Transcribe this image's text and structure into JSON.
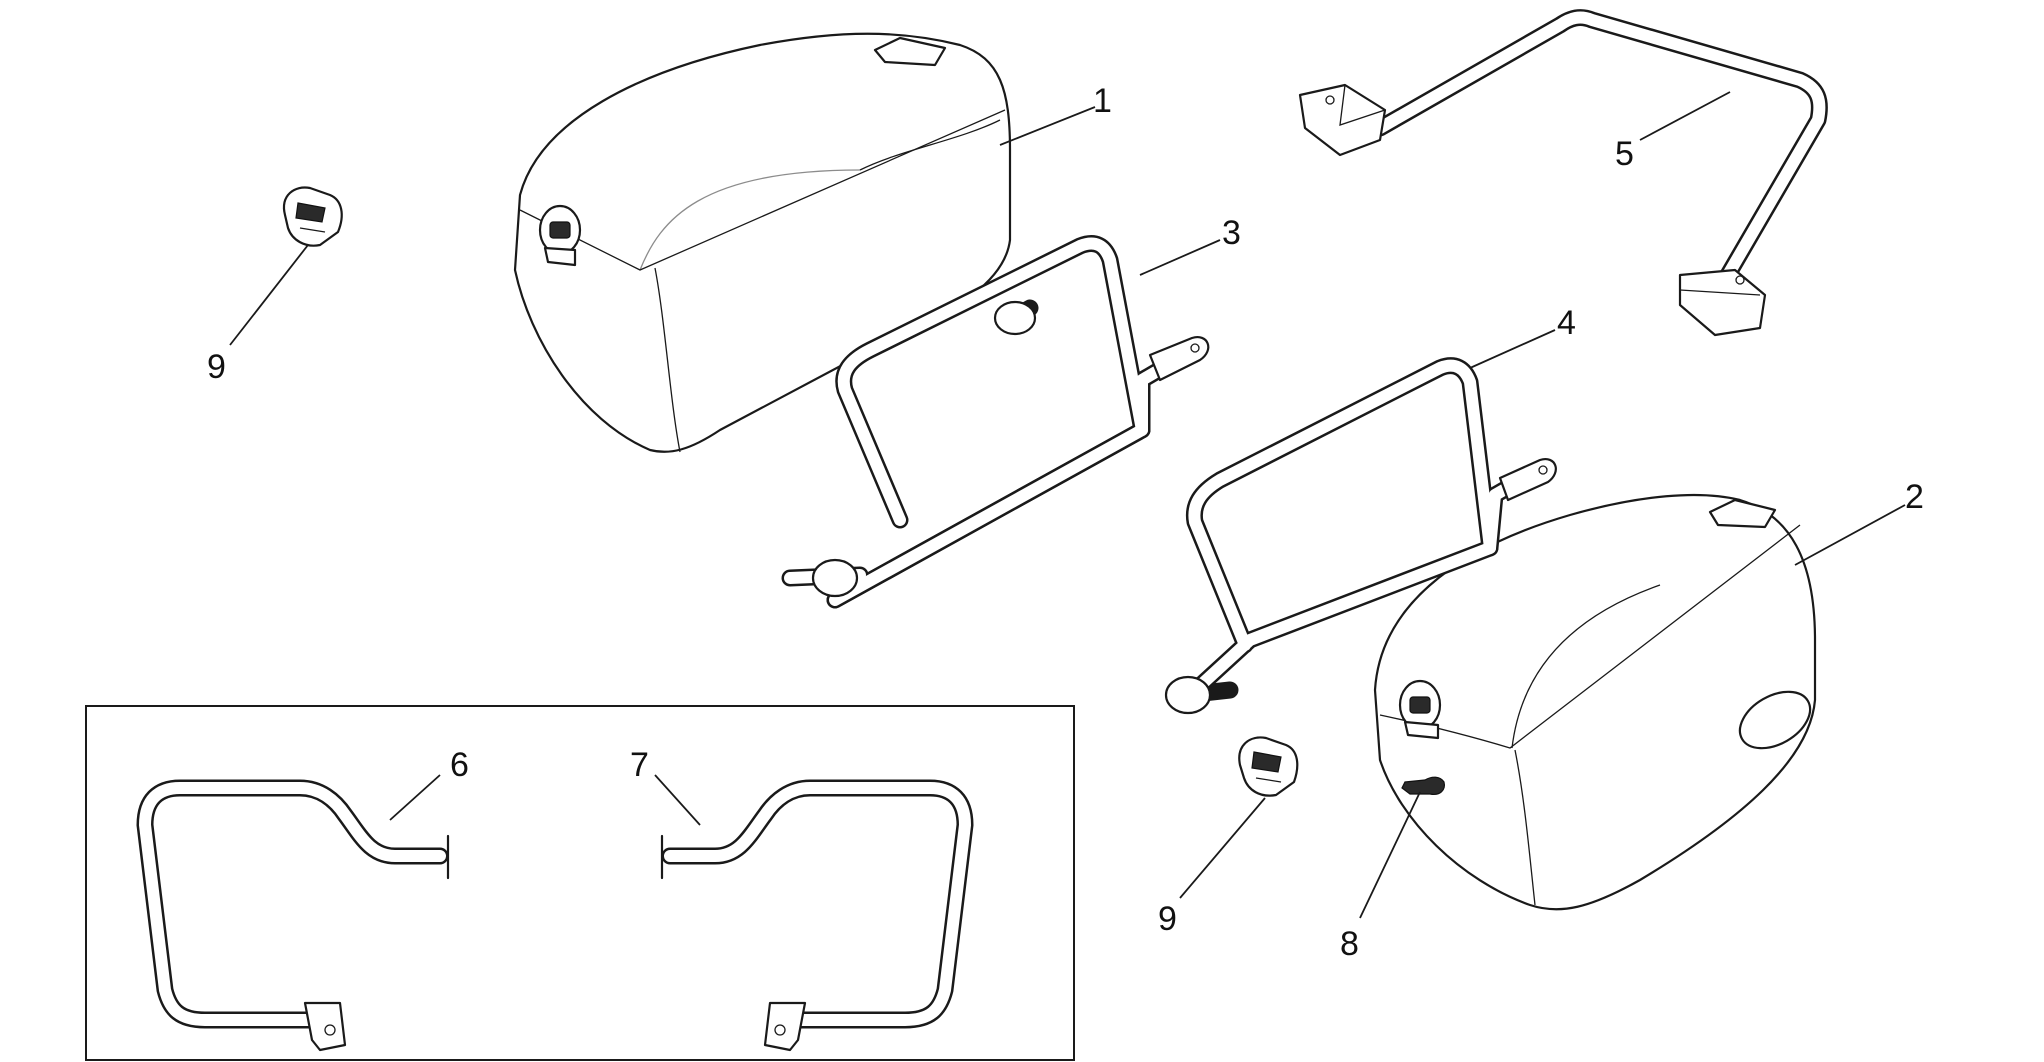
{
  "callouts": [
    {
      "id": "1",
      "label": "1"
    },
    {
      "id": "2",
      "label": "2"
    },
    {
      "id": "3",
      "label": "3"
    },
    {
      "id": "4",
      "label": "4"
    },
    {
      "id": "5",
      "label": "5"
    },
    {
      "id": "6",
      "label": "6"
    },
    {
      "id": "7",
      "label": "7"
    },
    {
      "id": "8",
      "label": "8"
    },
    {
      "id": "9a",
      "label": "9"
    },
    {
      "id": "9b",
      "label": "9"
    }
  ],
  "parts": [
    {
      "callout": "1",
      "icon": "pannier-case-left"
    },
    {
      "callout": "2",
      "icon": "pannier-case-right"
    },
    {
      "callout": "3",
      "icon": "case-frame-left"
    },
    {
      "callout": "4",
      "icon": "case-frame-right"
    },
    {
      "callout": "5",
      "icon": "rear-support-bar"
    },
    {
      "callout": "6",
      "icon": "engine-guard-bar-left"
    },
    {
      "callout": "7",
      "icon": "engine-guard-bar-right"
    },
    {
      "callout": "8",
      "icon": "key"
    },
    {
      "callout": "9",
      "icon": "lock-cylinder"
    }
  ],
  "colors": {
    "line": "#1a1a1a",
    "background": "#ffffff"
  }
}
